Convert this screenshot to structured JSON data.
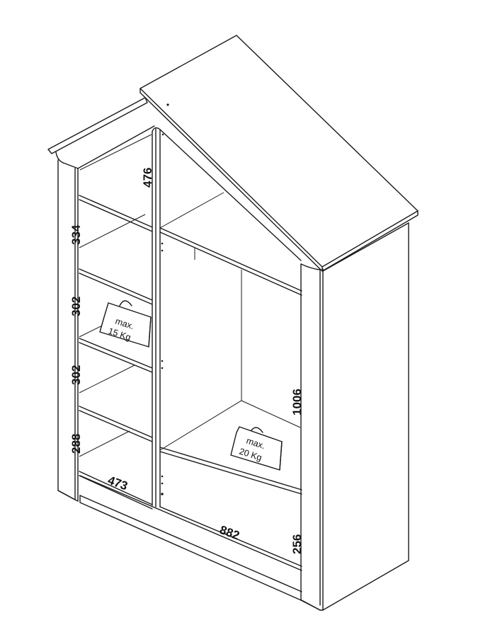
{
  "diagram": {
    "type": "furniture-dimension-drawing",
    "subject": "house-shaped bookcase / wardrobe",
    "line_color": "#1a1a1a",
    "background": "#ffffff"
  },
  "dimensions": {
    "left_top_height": "476",
    "left_shelf_1": "334",
    "left_shelf_2": "302",
    "left_shelf_3": "302",
    "left_shelf_4": "288",
    "left_depth_width": "473",
    "right_width": "882",
    "right_height": "1006",
    "drawer_height": "256"
  },
  "load_labels": {
    "shelf_bag": {
      "line1": "max.",
      "line2": "15 Kg"
    },
    "floor_bag": {
      "line1": "max.",
      "line2": "20 Kg"
    }
  }
}
